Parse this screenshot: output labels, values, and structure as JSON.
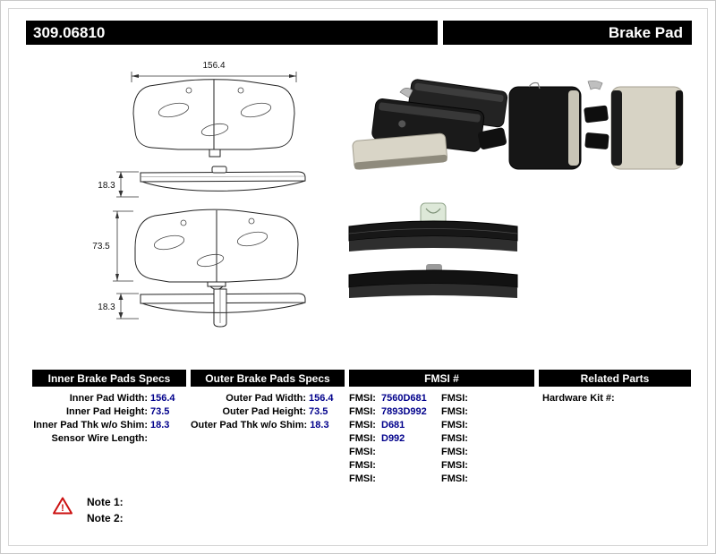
{
  "colors": {
    "header_bg": "#000000",
    "header_text": "#ffffff",
    "value_text": "#00008b",
    "warning": "#cc1111"
  },
  "header": {
    "part_number": "309.06810",
    "product_name": "Brake Pad"
  },
  "diagram": {
    "width_dim": "156.4",
    "thickness_dim_top": "18.3",
    "height_dim": "73.5",
    "thickness_dim_bottom": "18.3"
  },
  "inner_specs": {
    "title": "Inner Brake Pads Specs",
    "rows": [
      {
        "label": "Inner Pad Width:",
        "value": "156.4"
      },
      {
        "label": "Inner Pad Height:",
        "value": "73.5"
      },
      {
        "label": "Inner Pad Thk w/o Shim:",
        "value": "18.3"
      },
      {
        "label": "Sensor Wire Length:",
        "value": ""
      }
    ]
  },
  "outer_specs": {
    "title": "Outer Brake Pads Specs",
    "rows": [
      {
        "label": "Outer Pad Width:",
        "value": "156.4"
      },
      {
        "label": "Outer Pad Height:",
        "value": "73.5"
      },
      {
        "label": "Outer Pad Thk w/o Shim:",
        "value": "18.3"
      }
    ]
  },
  "fmsi": {
    "title": "FMSI #",
    "rows": [
      {
        "label1": "FMSI:",
        "value1": "7560D681",
        "label2": "FMSI:",
        "value2": ""
      },
      {
        "label1": "FMSI:",
        "value1": "7893D992",
        "label2": "FMSI:",
        "value2": ""
      },
      {
        "label1": "FMSI:",
        "value1": "D681",
        "label2": "FMSI:",
        "value2": ""
      },
      {
        "label1": "FMSI:",
        "value1": "D992",
        "label2": "FMSI:",
        "value2": ""
      },
      {
        "label1": "FMSI:",
        "value1": "",
        "label2": "FMSI:",
        "value2": ""
      },
      {
        "label1": "FMSI:",
        "value1": "",
        "label2": "FMSI:",
        "value2": ""
      },
      {
        "label1": "FMSI:",
        "value1": "",
        "label2": "FMSI:",
        "value2": ""
      }
    ]
  },
  "related_parts": {
    "title": "Related Parts",
    "rows": [
      {
        "label": "Hardware Kit #:",
        "value": ""
      }
    ]
  },
  "notes": {
    "note1": "Note 1:",
    "note2": "Note 2:"
  }
}
